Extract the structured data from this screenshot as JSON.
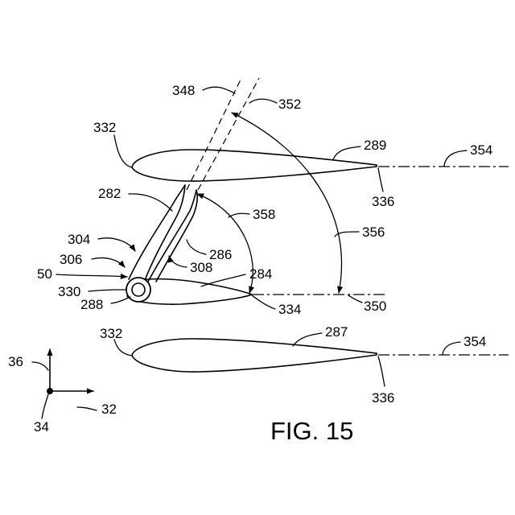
{
  "figure_title": "FIG. 15",
  "labels": {
    "l348": "348",
    "l352": "352",
    "l332_top": "332",
    "l289": "289",
    "l354_top": "354",
    "l336_top": "336",
    "l282": "282",
    "l358": "358",
    "l356": "356",
    "l304": "304",
    "l306": "306",
    "l286": "286",
    "l308": "308",
    "l50": "50",
    "l284": "284",
    "l330": "330",
    "l288": "288",
    "l334": "334",
    "l350": "350",
    "l332_bot": "332",
    "l287": "287",
    "l354_bot": "354",
    "l36": "36",
    "l32": "32",
    "l34": "34",
    "l336_bot": "336"
  }
}
